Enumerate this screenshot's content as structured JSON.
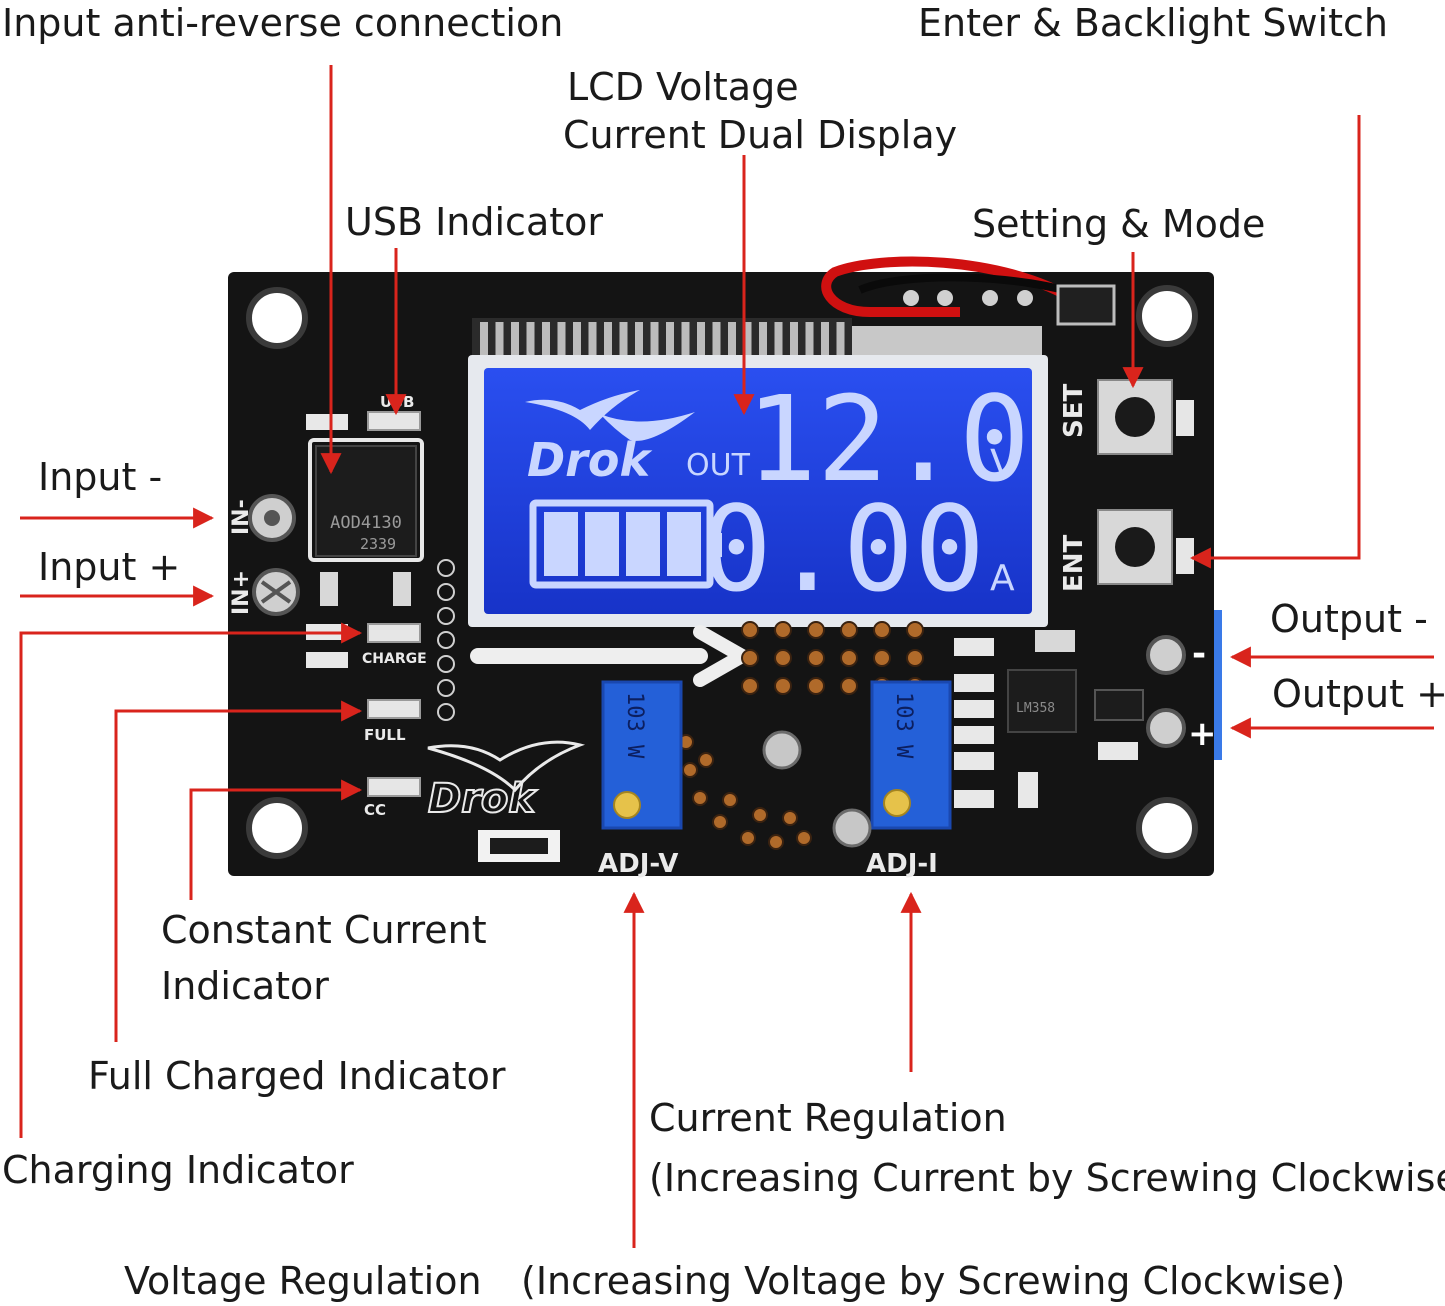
{
  "callouts": {
    "input_anti_reverse": "Input anti-reverse connection",
    "enter_backlight": "Enter & Backlight Switch",
    "lcd_line1": "LCD Voltage",
    "lcd_line2": "Current Dual Display",
    "usb_indicator": "USB Indicator",
    "setting_mode": "Setting & Mode",
    "input_minus": "Input -",
    "input_plus": "Input +",
    "output_minus": "Output -",
    "output_plus": "Output +",
    "cc_line1": "Constant Current",
    "cc_line2": "Indicator",
    "full_charged": "Full Charged Indicator",
    "charging": "Charging Indicator",
    "current_reg_line1": "Current Regulation",
    "current_reg_line2": "(Increasing Current by Screwing Clockwise)",
    "voltage_reg": "Voltage Regulation",
    "voltage_reg_note": "(Increasing Voltage by Screwing Clockwise)"
  },
  "board": {
    "silkscreen": {
      "usb": "USB",
      "charge": "CHARGE",
      "full": "FULL",
      "cc": "CC",
      "in_minus": "IN-",
      "in_plus": "IN+",
      "set": "SET",
      "ent": "ENT",
      "adj_v": "ADJ-V",
      "adj_i": "ADJ-I",
      "brand": "Drok",
      "mosfet": "AOD4130",
      "mosfet_code": "2339",
      "pot_left": "103 W",
      "pot_right": "103 W",
      "opamp": "LM358",
      "out_minus": "-",
      "out_plus": "+"
    },
    "lcd": {
      "brand": "Drok",
      "out_label": "OUT",
      "voltage": "12.0",
      "voltage_unit": "V",
      "current": "0.00",
      "current_unit": "A",
      "battery_bars": 4
    }
  },
  "colors": {
    "annotation_red": "#d9241c",
    "pcb_black": "#141414",
    "lcd_blue": "#1f3fe0",
    "segment_light": "#c9d6ff",
    "potentiometer_blue": "#2460d8",
    "text": "#1a1a1a"
  }
}
